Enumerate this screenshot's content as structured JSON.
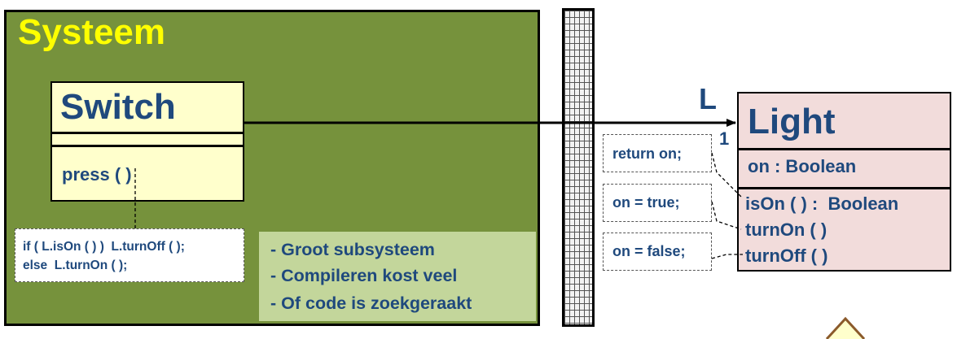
{
  "system": {
    "title": "Systeem"
  },
  "switch_class": {
    "name": "Switch",
    "operation": "press ( )",
    "note_lines": [
      "if ( L.isOn ( ) )  L.turnOff ( );",
      "else  L.turnOn ( );"
    ]
  },
  "bullets": [
    "- Groot subsysteem",
    "- Compileren kost veel",
    "- Of code is zoekgeraakt"
  ],
  "association": {
    "role": "L",
    "multiplicity": "1"
  },
  "light_class": {
    "name": "Light",
    "attribute": "on : Boolean",
    "operations": [
      "isOn ( ) :  Boolean",
      "turnOn ( )",
      "turnOff ( )"
    ]
  },
  "light_notes": [
    "return on;",
    "on = true;",
    "on = false;"
  ],
  "colors": {
    "system_fill": "#76923c",
    "system_title": "#ffff00",
    "class_text": "#1f497d",
    "switch_fill": "#ffffcc",
    "light_fill": "#f2dcdb",
    "bullet_fill": "#c3d69b"
  }
}
